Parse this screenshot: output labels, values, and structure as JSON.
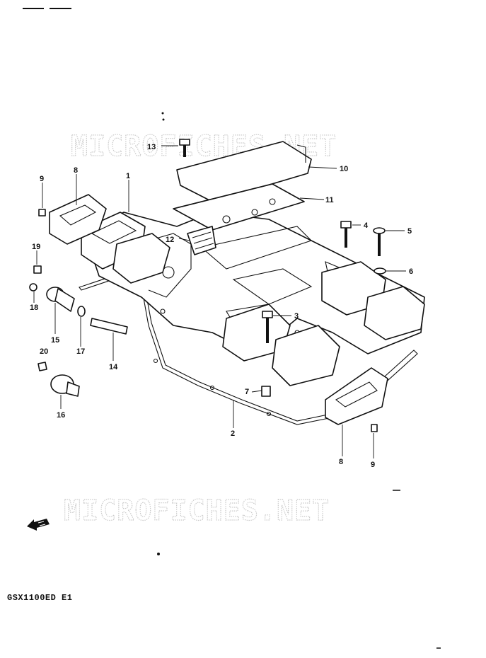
{
  "watermark_text": "MICROFICHES.NET",
  "model_code": "GSX1100ED  E1",
  "callouts": [
    "1",
    "2",
    "3",
    "4",
    "5",
    "6",
    "7",
    "8",
    "8",
    "9",
    "9",
    "10",
    "11",
    "12",
    "13",
    "14",
    "15",
    "16",
    "17",
    "18",
    "19",
    "20"
  ],
  "icons": {
    "front_arrow": "arrow-left-icon"
  }
}
